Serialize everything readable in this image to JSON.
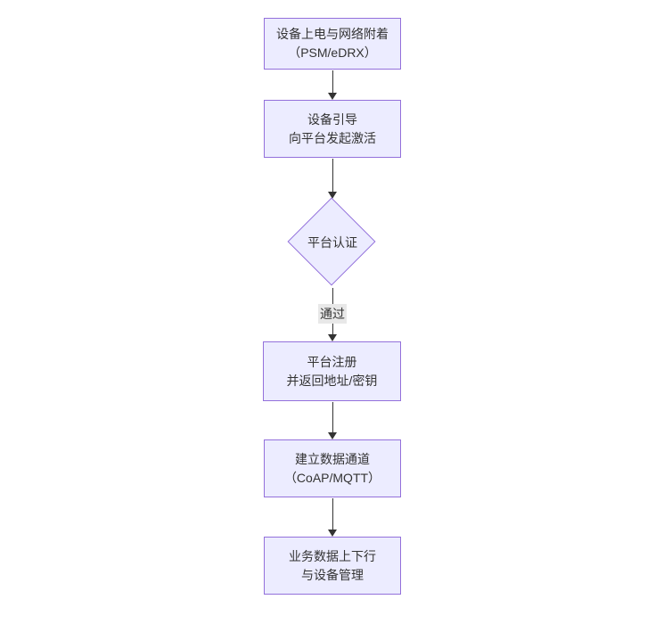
{
  "diagram": {
    "type": "flowchart-top-down",
    "colors": {
      "background": "#ffffff",
      "node_fill": "#ECECFF",
      "node_border": "#9370DB",
      "text": "#333333",
      "arrow": "#333333",
      "edge_label_bg": "#e8e8e8"
    },
    "nodes": [
      {
        "id": "power-attach",
        "shape": "rect",
        "lines": [
          "设备上电与网络附着",
          "（PSM/eDRX）"
        ]
      },
      {
        "id": "bootstrap",
        "shape": "rect",
        "lines": [
          "设备引导",
          "向平台发起激活"
        ]
      },
      {
        "id": "auth",
        "shape": "diamond",
        "lines": [
          "平台认证"
        ]
      },
      {
        "id": "register",
        "shape": "rect",
        "lines": [
          "平台注册",
          "并返回地址/密钥"
        ]
      },
      {
        "id": "channel",
        "shape": "rect",
        "lines": [
          "建立数据通道",
          "（CoAP/MQTT）"
        ]
      },
      {
        "id": "business",
        "shape": "rect",
        "lines": [
          "业务数据上下行",
          "与设备管理"
        ]
      }
    ],
    "edges": [
      {
        "from": "power-attach",
        "to": "bootstrap",
        "label": ""
      },
      {
        "from": "bootstrap",
        "to": "auth",
        "label": ""
      },
      {
        "from": "auth",
        "to": "register",
        "label": "通过"
      },
      {
        "from": "register",
        "to": "channel",
        "label": ""
      },
      {
        "from": "channel",
        "to": "business",
        "label": ""
      }
    ]
  }
}
